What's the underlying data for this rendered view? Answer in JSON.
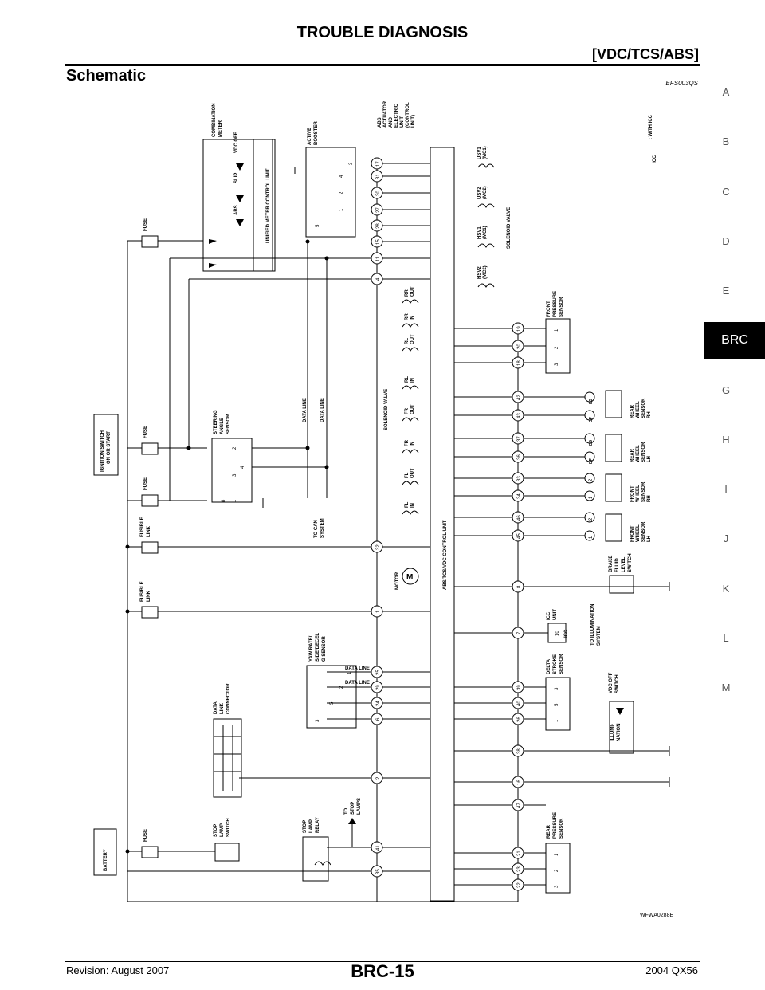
{
  "header": {
    "title": "TROUBLE DIAGNOSIS",
    "subtitle": "[VDC/TCS/ABS]",
    "section": "Schematic",
    "code": "EFS003QS"
  },
  "side_index": [
    "A",
    "B",
    "C",
    "D",
    "E",
    "BRC",
    "G",
    "H",
    "I",
    "J",
    "K",
    "L",
    "M"
  ],
  "footer": {
    "revision": "Revision: August 2007",
    "page": "BRC-15",
    "model": "2004 QX56"
  },
  "figure_id": "WFWA0288E",
  "components": {
    "battery": "BATTERY",
    "ignition": [
      "IGNITION SWITCH",
      "ON OR START"
    ],
    "fuse": "FUSE",
    "fusible_link": [
      "FUSIBLE",
      "LINK"
    ],
    "combination_meter": [
      "COMBINATION",
      "METER"
    ],
    "unified_meter": "UNIFIED METER CONTROL UNIT",
    "lamps": [
      "ABS",
      "SLIP",
      "VDC OFF"
    ],
    "active_booster": [
      "ACTIVE",
      "BOOSTER"
    ],
    "abs_actuator": [
      "ABS",
      "ACTUATOR",
      "AND",
      "ELECTRIC",
      "UNIT",
      "(CONTROL",
      "UNIT)"
    ],
    "with_icc": ": WITH ICC",
    "icc_badge": "ICC",
    "steering_sensor": [
      "STEERING",
      "ANGLE",
      "SENSOR"
    ],
    "data_line": "DATA LINE",
    "to_can": [
      "TO CAN",
      "SYSTEM"
    ],
    "yaw_sensor": [
      "YAW RATE/",
      "SIDE/DECEL",
      "G SENSOR"
    ],
    "dlc": [
      "DATA",
      "LINK",
      "CONNECTOR"
    ],
    "stop_lamp_switch": [
      "STOP",
      "LAMP",
      "SWITCH"
    ],
    "stop_lamp_relay": [
      "STOP",
      "LAMP",
      "RELAY"
    ],
    "to_stop_lamps": [
      "TO",
      "STOP",
      "LAMPS"
    ],
    "motor": "MOTOR",
    "motor_symbol": "M",
    "control_unit": "ABS/TCS/VDC CONTROL UNIT",
    "solenoid_valve": "SOLENOID VALVE",
    "solenoids_left": [
      [
        "RR",
        "OUT"
      ],
      [
        "RR",
        "IN"
      ],
      [
        "RL",
        "OUT"
      ],
      [
        "RL",
        "IN"
      ],
      [
        "FR",
        "OUT"
      ],
      [
        "FR",
        "IN"
      ],
      [
        "FL",
        "OUT"
      ],
      [
        "FL",
        "IN"
      ]
    ],
    "solenoids_top": [
      [
        "USV1",
        "(MC1)"
      ],
      [
        "USV2",
        "(MC2)"
      ],
      [
        "HSV1",
        "(MC1)"
      ],
      [
        "HSV2",
        "(MC2)"
      ]
    ],
    "front_pressure": [
      "FRONT",
      "PRESSURE",
      "SENSOR"
    ],
    "rear_wheel_rh": [
      "REAR",
      "WHEEL",
      "SENSOR",
      "RH"
    ],
    "rear_wheel_lh": [
      "REAR",
      "WHEEL",
      "SENSOR",
      "LH"
    ],
    "front_wheel_rh": [
      "FRONT",
      "WHEEL",
      "SENSOR",
      "RH"
    ],
    "front_wheel_lh": [
      "FRONT",
      "WHEEL",
      "SENSOR",
      "LH"
    ],
    "brake_fluid": [
      "BRAKE",
      "FLUID",
      "LEVEL",
      "SWITCH"
    ],
    "icc_unit": [
      "ICC",
      "UNIT"
    ],
    "to_illumination": [
      "TO ILLUMINATION",
      "SYSTEM"
    ],
    "delta_stroke": [
      "DELTA",
      "STROKE",
      "SENSOR"
    ],
    "vdc_off_switch": [
      "VDC OFF",
      "SWITCH"
    ],
    "illumination": [
      "ILLUMI-",
      "NATION"
    ],
    "rear_pressure": [
      "REAR",
      "PRESSURE",
      "SENSOR"
    ],
    "dp": "DP",
    "ds": "DS"
  },
  "terminals": {
    "left_bus": [
      "17",
      "31",
      "30",
      "27",
      "28",
      "15",
      "11",
      "4",
      "32",
      "1",
      "25",
      "29",
      "24",
      "6",
      "2",
      "41",
      "35"
    ],
    "right_bus": [
      "19",
      "20",
      "18",
      "42",
      "43",
      "37",
      "36",
      "33",
      "34",
      "46",
      "45",
      "8",
      "7",
      "39",
      "40",
      "26",
      "38",
      "16",
      "47",
      "21",
      "23",
      "22"
    ],
    "active_booster_pins": [
      "3",
      "4",
      "2",
      "1",
      "5"
    ],
    "steering_pins": [
      "2",
      "4",
      "3",
      "8",
      "1"
    ],
    "yaw_pins": [
      "1",
      "2",
      "5",
      "3"
    ],
    "front_pressure_pins": [
      "1",
      "2",
      "3"
    ],
    "delta_pins": [
      "3",
      "5",
      "1"
    ],
    "rear_pressure_pins": [
      "1",
      "2",
      "3"
    ],
    "wheel_pins": [
      "1",
      "2"
    ],
    "icc_pin": "10"
  }
}
